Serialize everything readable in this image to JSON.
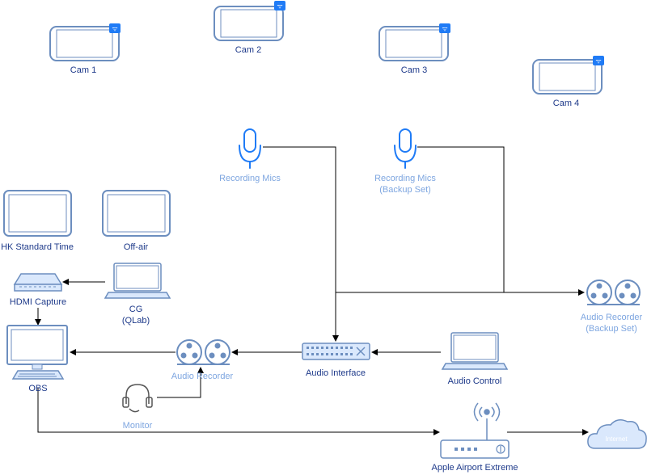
{
  "cameras": [
    {
      "label": "Cam 1"
    },
    {
      "label": "Cam 2"
    },
    {
      "label": "Cam 3"
    },
    {
      "label": "Cam 4"
    }
  ],
  "mics": {
    "main": {
      "label": "Recording Mics"
    },
    "backup": {
      "line1": "Recording Mics",
      "line2": "(Backup Set)"
    }
  },
  "monitors": {
    "hk_time": {
      "label": "HK Standard Time"
    },
    "off_air": {
      "label": "Off-air"
    }
  },
  "hdmi_capture": {
    "label": "HDMI Capture"
  },
  "cg": {
    "line1": "CG",
    "line2": "(QLab)"
  },
  "obs": {
    "label": "OBS"
  },
  "audio_recorder": {
    "label": "Audio Recorder"
  },
  "audio_recorder_backup": {
    "line1": "Audio Recorder",
    "line2": "(Backup Set)"
  },
  "audio_interface": {
    "label": "Audio Interface"
  },
  "audio_control": {
    "label": "Audio Control"
  },
  "monitor_headphones": {
    "label": "Monitor"
  },
  "router": {
    "label": "Apple Airport Extreme"
  },
  "internet": {
    "label": "Internet"
  },
  "colors": {
    "stroke": "#6c8ebf",
    "fill": "#dae8fc",
    "dark_text": "#1e3a8a",
    "light_text": "#7ea6e0",
    "wifi": "#1f7bf6"
  }
}
